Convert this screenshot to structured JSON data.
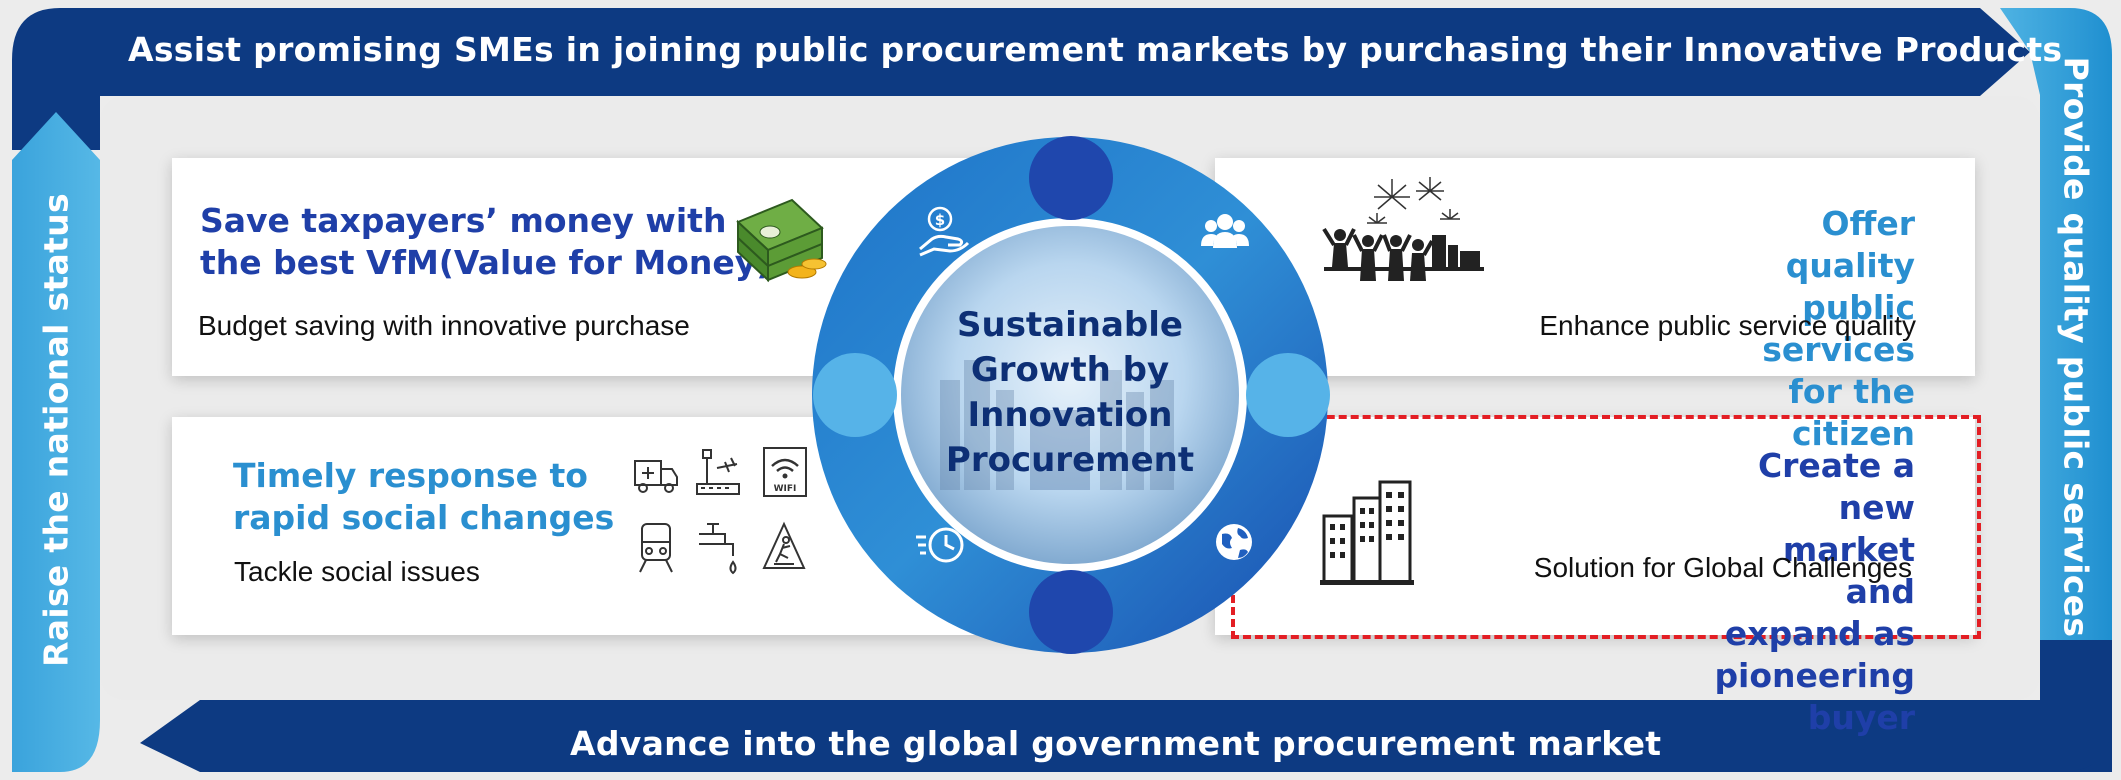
{
  "banners": {
    "top": "Assist promising SMEs in joining public procurement markets by purchasing their Innovative Products",
    "bottom": "Advance into the global government procurement market",
    "left": "Raise the national status",
    "right": "Provide quality public services"
  },
  "center": {
    "line1": "Sustainable",
    "line2": "Growth by",
    "line3": "Innovation",
    "line4": "Procurement"
  },
  "cards": {
    "top_left": {
      "title1": "Save taxpayers’ money with",
      "title2": "the best VfM(Value for Money)",
      "desc": "Budget saving with innovative purchase"
    },
    "top_right": {
      "title1": "Offer quality public",
      "title2": "services for the citizen",
      "desc": "Enhance public service quality"
    },
    "bottom_left": {
      "title1": "Timely response to",
      "title2": "rapid social changes",
      "desc": "Tackle social issues",
      "wifi_label": "WIFI"
    },
    "bottom_right": {
      "title1": "Create a new market and",
      "title2": "expand as pioneering buyer",
      "desc": "Solution for Global Challenges"
    }
  },
  "colors": {
    "navy": "#0d3a82",
    "blue": "#1f5fbf",
    "light_blue": "#2a9ad6",
    "highlight_border": "#e31e24"
  },
  "icons": [
    "money-stack-icon",
    "dollar-hand-icon",
    "people-icon",
    "celebration-crowd-icon",
    "city-buildings-icon",
    "clock-icon",
    "globe-icon",
    "ambulance-icon",
    "airport-icon",
    "wifi-icon",
    "train-icon",
    "water-tap-icon",
    "fall-hazard-icon"
  ]
}
